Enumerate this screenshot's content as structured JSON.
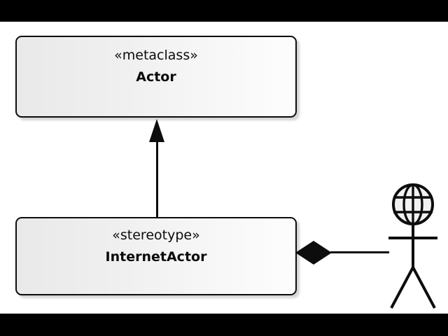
{
  "diagram": {
    "type": "uml-class-diagram",
    "title": "InternetActor stereotype extends Actor metaclass",
    "colors": {
      "stroke": "#0d0d0d",
      "box_fill_left": "#e9e9e9",
      "box_fill_right": "#fdfdfd",
      "shadow": "rgba(0,0,0,0.17)",
      "letterbox": "#000000",
      "canvas": "#ffffff"
    },
    "nodes": [
      {
        "id": "metaclass-actor",
        "stereotype": "«metaclass»",
        "name": "Actor",
        "shape": "rounded-rectangle"
      },
      {
        "id": "stereotype-internetactor",
        "stereotype": "«stereotype»",
        "name": "InternetActor",
        "shape": "rounded-rectangle"
      }
    ],
    "connectors": [
      {
        "id": "generalization",
        "kind": "generalization",
        "head": "filled-triangle",
        "from": "stereotype-internetactor",
        "to": "metaclass-actor"
      },
      {
        "id": "composition",
        "kind": "composition",
        "head": "filled-diamond",
        "from": "stereotype-internetactor",
        "to": "internet-actor-icon"
      }
    ],
    "icons": [
      {
        "id": "internet-actor-icon",
        "name": "internet-actor-stick-figure",
        "head": "globe",
        "body": "stick-figure"
      }
    ]
  }
}
